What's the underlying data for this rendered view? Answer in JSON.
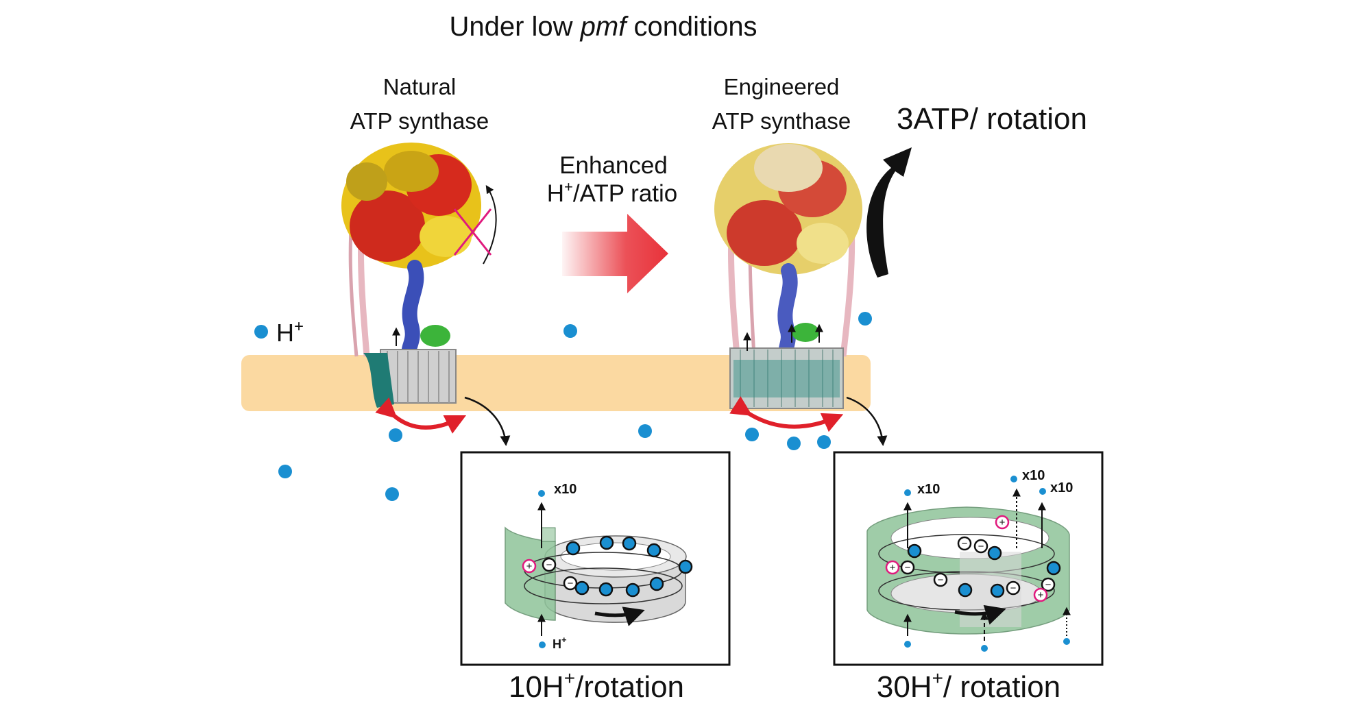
{
  "title": {
    "prefix": "Under low ",
    "italic": "pmf",
    "suffix": " conditions"
  },
  "natural": {
    "line1": "Natural",
    "line2": "ATP synthase",
    "rate_prefix": "10H",
    "rate_sup": "+",
    "rate_suffix": "/rotation"
  },
  "engineered": {
    "line1": "Engineered",
    "line2": "ATP synthase",
    "rate_prefix": "30H",
    "rate_sup": "+",
    "rate_suffix": "/ rotation",
    "atp_label": "3ATP/ rotation"
  },
  "arrow": {
    "line1": "Enhanced",
    "line2_prefix": "H",
    "line2_sup": "+",
    "line2_suffix": "/ATP ratio"
  },
  "proton": {
    "label": "H",
    "sup": "+"
  },
  "multiplier": "x10",
  "charges": {
    "plus": "+",
    "minus": "−"
  },
  "colors": {
    "proton": "#1a8fd1",
    "membrane": "#fbd9a1",
    "rotation_arrow": "#e0202a",
    "enhanced_arrow": "#e8323a",
    "cross": "#e0197d",
    "stator": "#8fc49a",
    "c_ring": "#c9c9c9"
  }
}
